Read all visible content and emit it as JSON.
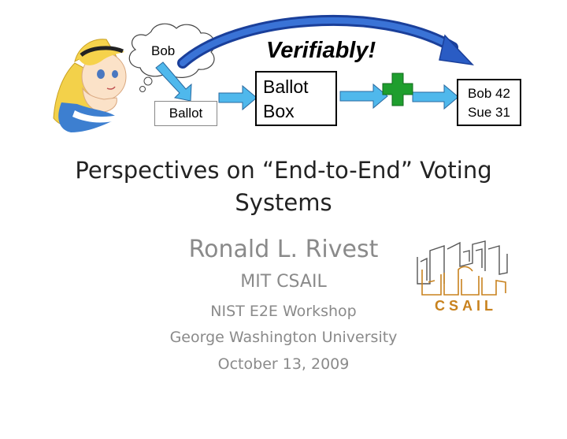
{
  "diagram": {
    "thought_label": "Bob",
    "ballot_label": "Ballot",
    "ballot_box_line1": "Ballot",
    "ballot_box_line2": "Box",
    "verifiably_label": "Verifiably!",
    "result_line1": "Bob 42",
    "result_line2": "Sue 31"
  },
  "slide": {
    "title_line1": "Perspectives on “End-to-End” Voting",
    "title_line2": "Systems",
    "author": "Ronald L. Rivest",
    "affiliation": "MIT  CSAIL",
    "event": "NIST E2E Workshop",
    "venue": "George Washington University",
    "date": "October 13, 2009"
  },
  "logo": {
    "text": "CSAIL",
    "color": "#c8821e"
  },
  "colors": {
    "arrow_fill": "#4fb8ec",
    "arc_arrow": "#1f4fb0",
    "plus": "#1f9e2e",
    "subtitle_gray": "#8a8a8a"
  }
}
